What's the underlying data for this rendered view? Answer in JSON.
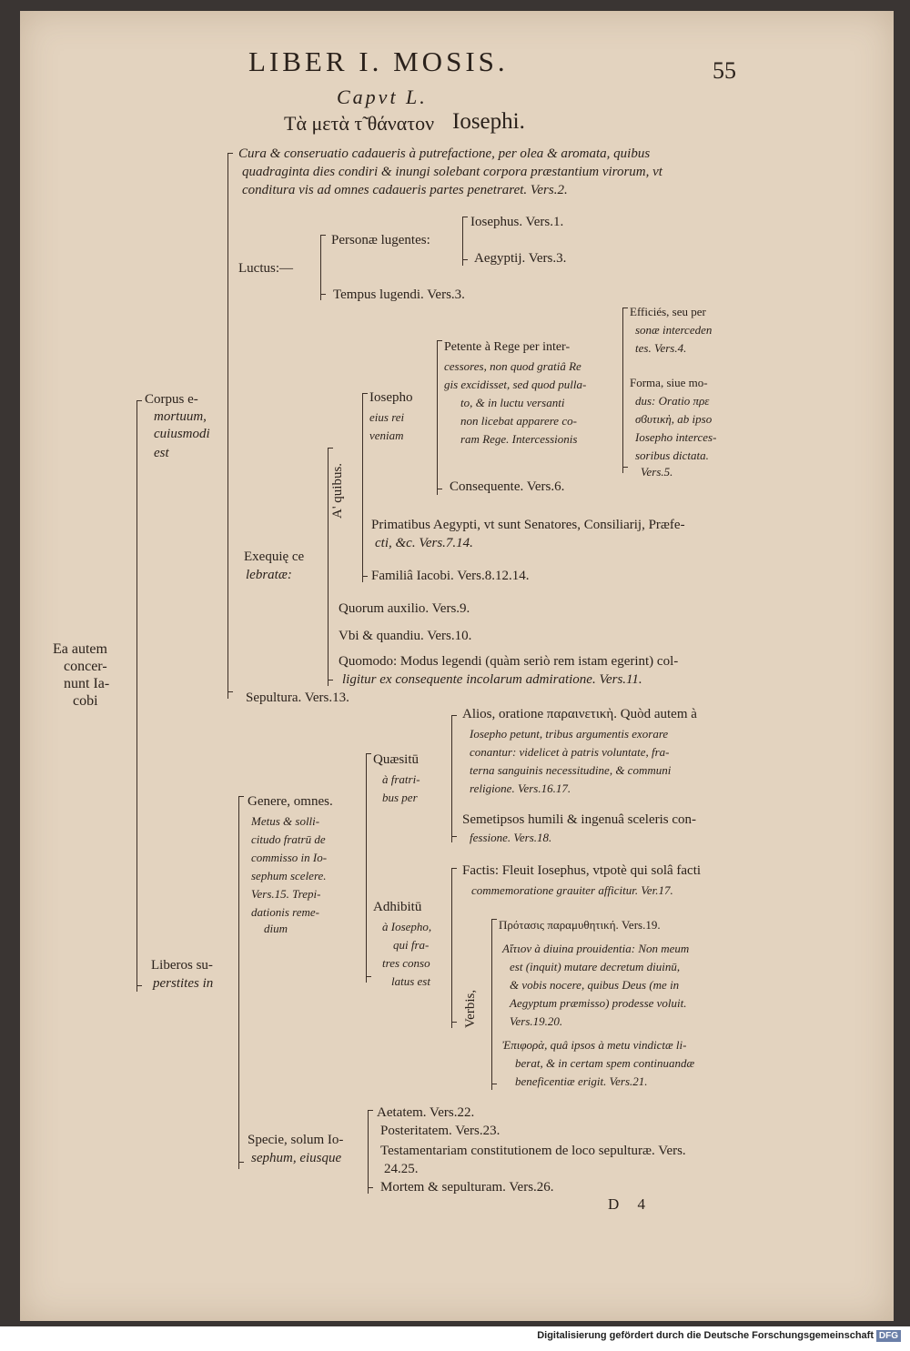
{
  "header": {
    "title": "LIBER I. MOSIS.",
    "page_number": "55",
    "caput": "Capvt L.",
    "subtitle_greek": "Τὰ μετὰ τ̃ θάνατον",
    "subtitle_latin": "Iosephi."
  },
  "root": {
    "lines": [
      "Ea autem",
      "concer-",
      "nunt Ia-",
      "cobi"
    ]
  },
  "corpus": {
    "label": [
      "Corpus e-",
      "mortuum,",
      "cuiusmodi",
      "est"
    ],
    "cura": [
      "Cura & conseruatio cadaueris à putrefactione, per olea & aromata, quibus",
      "quadraginta dies condiri & inungi solebant corpora præstantium virorum, vt",
      "conditura vis ad omnes cadaueris partes penetraret. Vers.2."
    ],
    "luctus": {
      "label": "Luctus:—",
      "personae": "Personæ lugentes:",
      "iosephus": "Iosephus. Vers.1.",
      "aegyptij": "Aegyptij. Vers.3.",
      "tempus": "Tempus lugendi. Vers.3."
    },
    "exequiae": {
      "label": [
        "Exequię ce",
        "lebratæ:"
      ],
      "a_quibus": "A' quibus.",
      "iosepho": [
        "Iosepho",
        "eius rei",
        "veniam"
      ],
      "petente": [
        "Petente à Rege per inter-",
        "cessores, non quod gratiâ Re",
        "gis excidisset, sed quod pulla-",
        "to, & in luctu versanti",
        "non licebat apparere co-",
        "ram Rege. Intercessionis"
      ],
      "efficies": [
        "Efficiés, seu per",
        "sonæ interceden",
        "tes. Vers.4."
      ],
      "forma": [
        "Forma, siue mo-",
        "dus: Oratio πρε",
        "σϐυτικὴ, ab ipso",
        "Iosepho interces-",
        "soribus dictata.",
        "Vers.5."
      ],
      "consequente": "Consequente. Vers.6.",
      "primatibus": [
        "Primatibus Aegypti, vt sunt Senatores, Consiliarij, Præfe-",
        "cti, &c. Vers.7.14."
      ],
      "familia": "Familiâ Iacobi. Vers.8.12.14.",
      "quorum": "Quorum auxilio. Vers.9.",
      "vbi": "Vbi & quandiu. Vers.10.",
      "quomodo": [
        "Quomodo: Modus legendi (quàm seriò rem istam egerint) col-",
        "ligitur ex consequente incolarum admiratione. Vers.11."
      ]
    },
    "sepultura": "Sepultura. Vers.13."
  },
  "liberos": {
    "label": [
      "Liberos su-",
      "perstites in"
    ],
    "genere": [
      "Genere, omnes.",
      "Metus & solli-",
      "citudo fratrū de",
      "commisso in Io-",
      "sephum scelere.",
      "Vers.15. Trepi-",
      "dationis reme-",
      "dium"
    ],
    "quaesitu": [
      "Quæsitū",
      "à fratri-",
      "bus per"
    ],
    "alios": [
      "Alios, oratione παραινετικὴ. Quòd autem à",
      "Iosepho petunt, tribus argumentis exorare",
      "conantur: videlicet à patris voluntate, fra-",
      "terna sanguinis necessitudine, & communi",
      "religione. Vers.16.17."
    ],
    "semetipsos": [
      "Semetipsos humili & ingenuâ sceleris con-",
      "fessione. Vers.18."
    ],
    "adhibitu": [
      "Adhibitū",
      "à Iosepho,",
      "qui fra-",
      "tres conso",
      "latus est"
    ],
    "factis": [
      "Factis: Fleuit Iosephus, vtpotè qui solâ facti",
      "commemoratione grauiter afficitur. Ver.17."
    ],
    "verbis": "Verbis,",
    "protasis": "Πρότασις παραμυθητική. Vers.19.",
    "aition": [
      "Αἴτιον à diuina prouidentia: Non meum",
      "est (inquit) mutare decretum diuinū,",
      "& vobis nocere, quibus Deus (me in",
      "Aegyptum præmisso) prodesse voluit.",
      "Vers.19.20."
    ],
    "epiphora": [
      "Ἐπιφορὰ, quâ ipsos à metu vindictæ li-",
      "berat, & in certam spem continuandæ",
      "beneficentiæ erigit. Vers.21."
    ],
    "specie": [
      "Specie, solum Io-",
      "sephum, eiusque"
    ],
    "aetatem": "Aetatem. Vers.22.",
    "posteritatem": "Posteritatem. Vers.23.",
    "testamentariam": [
      "Testamentariam constitutionem de loco sepulturæ. Vers.",
      "24.25."
    ],
    "mortem": "Mortem & sepulturam. Vers.26."
  },
  "signature": "D 4",
  "footer": {
    "text": "Digitalisierung gefördert durch die Deutsche Forschungsgemeinschaft",
    "logo": "DFG"
  }
}
